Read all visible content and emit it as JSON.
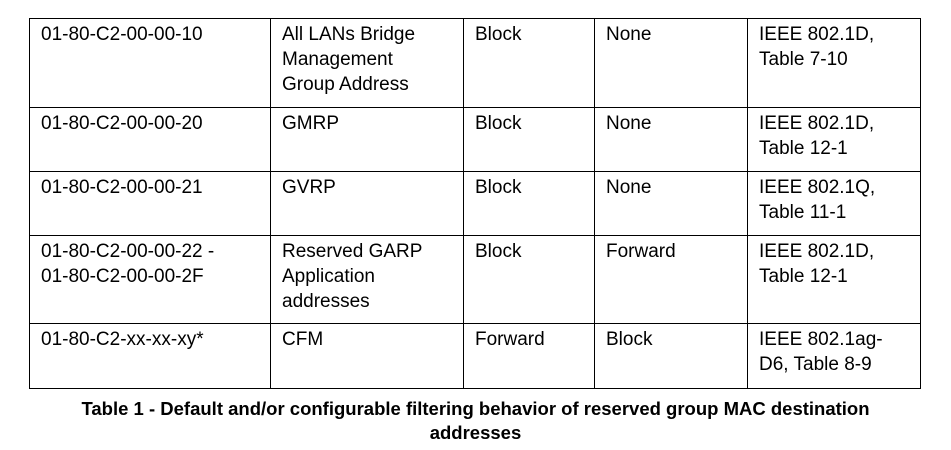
{
  "table": {
    "rows": [
      {
        "address_lines": [
          "01-80-C2-00-00-10"
        ],
        "name_lines": [
          "All LANs Bridge",
          "Management",
          "Group Address"
        ],
        "default_action": "Block",
        "configurable_action": "None",
        "reference_lines": [
          "IEEE 802.1D,",
          "Table 7-10"
        ]
      },
      {
        "address_lines": [
          "01-80-C2-00-00-20"
        ],
        "name_lines": [
          "GMRP"
        ],
        "default_action": "Block",
        "configurable_action": "None",
        "reference_lines": [
          "IEEE 802.1D,",
          "Table 12-1"
        ]
      },
      {
        "address_lines": [
          "01-80-C2-00-00-21"
        ],
        "name_lines": [
          "GVRP"
        ],
        "default_action": "Block",
        "configurable_action": "None",
        "reference_lines": [
          "IEEE 802.1Q,",
          "Table 11-1"
        ]
      },
      {
        "address_lines": [
          "01-80-C2-00-00-22 -",
          "01-80-C2-00-00-2F"
        ],
        "name_lines": [
          "Reserved GARP",
          "Application",
          "addresses"
        ],
        "default_action": "Block",
        "configurable_action": "Forward",
        "reference_lines": [
          "IEEE 802.1D,",
          "Table 12-1"
        ]
      },
      {
        "address_lines": [
          "01-80-C2-xx-xx-xy*"
        ],
        "name_lines": [
          "CFM"
        ],
        "default_action": "Forward",
        "configurable_action": "Block",
        "reference_lines": [
          "IEEE 802.1ag-",
          "D6, Table 8-9"
        ]
      }
    ]
  },
  "caption": {
    "line1": "Table 1 - Default and/or configurable filtering behavior of reserved group MAC destination",
    "line2": "addresses"
  }
}
